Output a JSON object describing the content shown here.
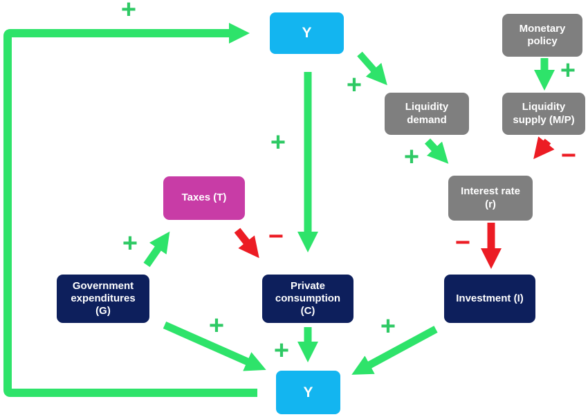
{
  "colors": {
    "positive_arrow": "#2ee36a",
    "negative_arrow": "#ec1c24",
    "plus_sign": "#2ec964",
    "minus_sign": "#ec1c24",
    "output_box": "#13b5f0",
    "money_box": "#7f7f7f",
    "taxes_box": "#c83ca6",
    "spending_box": "#0d1f5c"
  },
  "nodes": {
    "y_top": "Y",
    "monetary_policy": "Monetary\npolicy",
    "liquidity_demand": "Liquidity\ndemand",
    "liquidity_supply": "Liquidity\nsupply (M/P)",
    "interest_rate": "Interest rate\n(r)",
    "taxes": "Taxes (T)",
    "government_expenditures": "Government\nexpenditures\n(G)",
    "private_consumption": "Private\nconsumption\n(C)",
    "investment": "Investment (I)",
    "y_bottom": "Y"
  },
  "signs": {
    "feedback_loop": "+",
    "y_to_liquidity_demand": "+",
    "monetary_to_liquidity_supply": "+",
    "y_to_consumption": "+",
    "liquidity_demand_to_interest": "+",
    "liquidity_supply_to_interest": "−",
    "g_to_taxes": "+",
    "taxes_to_consumption": "−",
    "interest_to_investment": "−",
    "g_to_y": "+",
    "c_to_y": "+",
    "i_to_y": "+"
  }
}
